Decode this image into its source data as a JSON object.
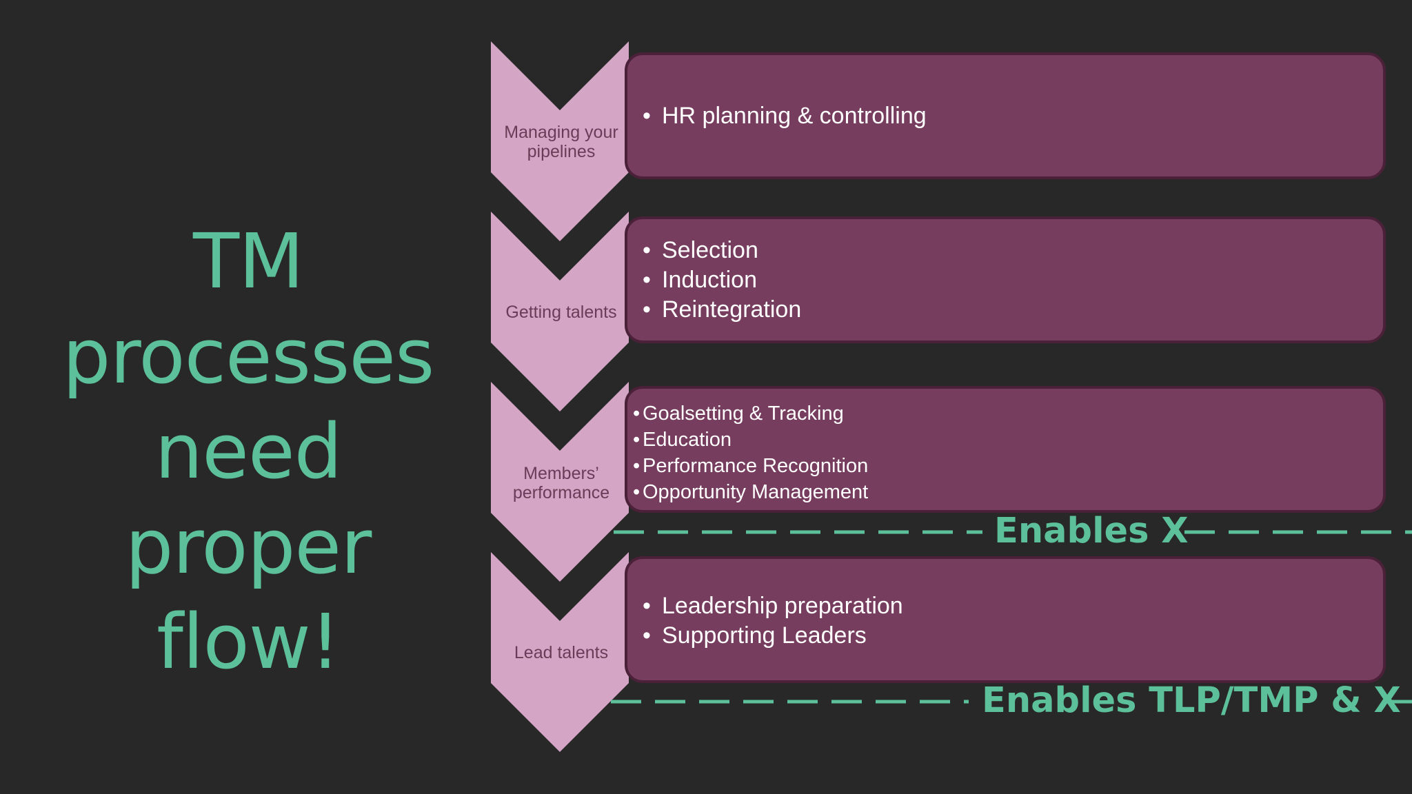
{
  "title": {
    "line1": "TM",
    "line2": "processes",
    "line3": "need proper",
    "line4": "flow!"
  },
  "colors": {
    "background": "#282828",
    "accent": "#5cc19a",
    "chevron": "#d4a5c5",
    "box_fill": "#773d5e",
    "box_border": "#4a2139",
    "box_text": "#ffffff"
  },
  "stages": [
    {
      "label": "Managing your pipelines",
      "items": [
        "HR planning & controlling"
      ]
    },
    {
      "label": "Getting talents",
      "items": [
        "Selection",
        "Induction",
        "Reintegration"
      ]
    },
    {
      "label": "Members’ performance",
      "items": [
        "Goalsetting & Tracking",
        "Education",
        "Performance Recognition",
        "Opportunity Management"
      ]
    },
    {
      "label": "Lead talents",
      "items": [
        "Leadership preparation",
        "Supporting Leaders"
      ]
    }
  ],
  "enables": {
    "first": "Enables X",
    "second": "Enables TLP/TMP & X"
  }
}
